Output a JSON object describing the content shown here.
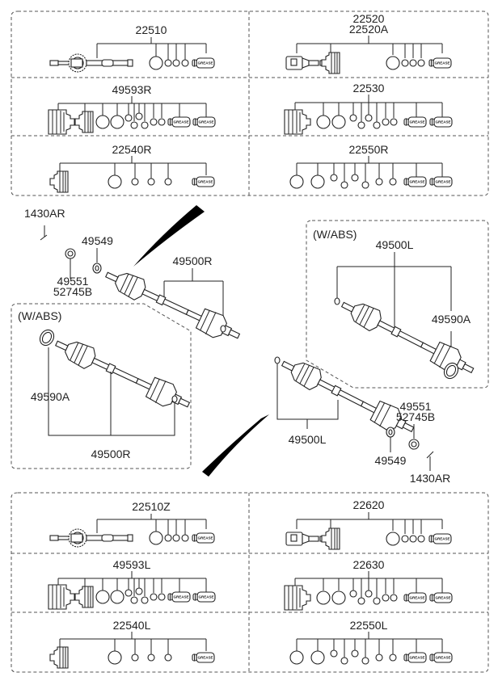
{
  "title": "Drive Shaft Parts Diagram",
  "kit_panels": {
    "top": {
      "rows": [
        {
          "left": {
            "part_no": [
              "22510"
            ],
            "type": "outer-joint-kit"
          },
          "right": {
            "part_no": [
              "22520",
              "22520A"
            ],
            "type": "inner-joint-kit"
          }
        },
        {
          "left": {
            "part_no": [
              "49593R"
            ],
            "type": "boot-kit-full"
          },
          "right": {
            "part_no": [
              "22530"
            ],
            "type": "boot-kit-single"
          }
        },
        {
          "left": {
            "part_no": [
              "22540R"
            ],
            "type": "boot-kit-small"
          },
          "right": {
            "part_no": [
              "22550R"
            ],
            "type": "clamp-kit"
          }
        }
      ]
    },
    "bottom": {
      "rows": [
        {
          "left": {
            "part_no": [
              "22510Z"
            ],
            "type": "outer-joint-kit"
          },
          "right": {
            "part_no": [
              "22620"
            ],
            "type": "inner-joint-kit"
          }
        },
        {
          "left": {
            "part_no": [
              "49593L"
            ],
            "type": "boot-kit-full"
          },
          "right": {
            "part_no": [
              "22630"
            ],
            "type": "boot-kit-single"
          }
        },
        {
          "left": {
            "part_no": [
              "22540L"
            ],
            "type": "boot-kit-small"
          },
          "right": {
            "part_no": [
              "22550L"
            ],
            "type": "clamp-kit"
          }
        }
      ]
    }
  },
  "grease_label": "GREASE",
  "right_side": {
    "split_pin": "1430AR",
    "washer": "49549",
    "nut": [
      "49551",
      "52745B"
    ],
    "shaft_assy": "49500R",
    "abs_group": {
      "caption": "(W/ABS)",
      "shaft_assy": "49500R",
      "abs_ring": "49590A"
    }
  },
  "left_side": {
    "split_pin": "1430AR",
    "washer": "49549",
    "nut": [
      "49551",
      "52745B"
    ],
    "shaft_assy": "49500L",
    "abs_group": {
      "caption": "(W/ABS)",
      "shaft_assy": "49500L",
      "abs_ring": "49590A"
    }
  }
}
